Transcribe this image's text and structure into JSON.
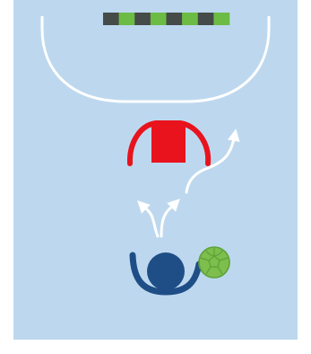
{
  "court": {
    "colors": {
      "background": "#ffffff",
      "floor": "#bdd8ee",
      "lines": "#ffffff",
      "goal_dark": "#454b49",
      "goal_green": "#6cbb45"
    },
    "goal_segments": 8
  },
  "players": {
    "defender": {
      "icon": "defender-icon",
      "color": "#e8131d"
    },
    "attacker": {
      "icon": "attacker-icon",
      "color": "#1f4e87"
    }
  },
  "ball": {
    "icon": "handball-icon",
    "color": "#7dbe4c",
    "stroke": "#5da13a"
  },
  "movement_arrows": [
    {
      "name": "arrow-pass-left"
    },
    {
      "name": "arrow-pass-right"
    },
    {
      "name": "arrow-run-right"
    }
  ]
}
